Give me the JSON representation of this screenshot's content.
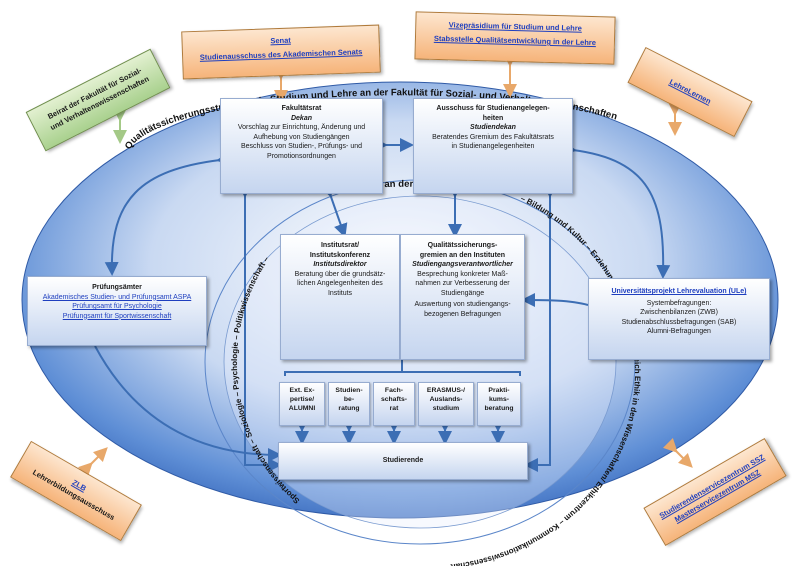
{
  "senat": {
    "line1": "Senat",
    "line2": "Studienausschuss des Akademischen Senats"
  },
  "vize": {
    "line1": "Vizepräsidium für Studium und Lehre",
    "line2": "Stabsstelle Qualitätsentwicklung in der Lehre"
  },
  "beirat": {
    "line1": "Beirat der Fakultät für Sozial-",
    "line2": "und Verhaltenswissenschaften"
  },
  "lehrelernen": {
    "label": "LehreLernen"
  },
  "zlb": {
    "link": "ZLB",
    "text": "Lehrerbildungsausschuss"
  },
  "ssz": {
    "line1": "Studierendenservicezentrum SSZ",
    "line2": "Masterservicezentrum MSZ"
  },
  "outer_ring_label": "Qualitätssicherungsstrukturen in Studium und Lehre an der Fakultät für Sozial- und Verhaltenswissenschaften",
  "inner_ring": {
    "title": "Institute an der FSV",
    "right": "– Bildung und Kultur – Erziehungswissenschaft – Bereich Ethik in den Wissenschaften/ Ethikzentrum – Kommunikationswissenschaft",
    "left": "Sportwissenschaft – Soziologie – Psychologie – Politikwissenschaft –"
  },
  "fakultaetsrat": {
    "title": "Fakultätsrat",
    "role": "Dekan",
    "text1": "Vorschlag zur Einrichtung, Änderung und",
    "text2": "Aufhebung von Studiengängen",
    "text3": "Beschluss von Studien-, Prüfungs- und",
    "text4": "Promotionsordnungen"
  },
  "ausschuss": {
    "title1": "Ausschuss für Studienangelegen-",
    "title2": "heiten",
    "role": "Studiendekan",
    "text1": "Beratendes Gremium des Fakultätsrats",
    "text2": "in Studienangelegenheiten"
  },
  "pruefungsaemter": {
    "title": "Prüfungsämter",
    "links": [
      "Akademisches Studien- und Prüfungsamt ASPA",
      "Prüfungsamt für Psychologie",
      "Prüfungsamt für Sportwissenschaft"
    ]
  },
  "ule": {
    "title": "Universitätsprojekt Lehrevaluation (ULe)",
    "text1": "Systembefragungen:",
    "text2": "Zwischenbilanzen (ZWB)",
    "text3": "Studienabschlussbefragungen (SAB)",
    "text4": "Alumni-Befragungen"
  },
  "institutsrat": {
    "title1": "Institutsrat/",
    "title2": "Institutskonferenz",
    "role": "Institutsdirektor",
    "text1": "Beratung über die grundsätz-",
    "text2": "lichen Angelegenheiten des",
    "text3": "Instituts"
  },
  "qsgremien": {
    "title1": "Qualitätssicherungs-",
    "title2": "gremien an den Instituten",
    "role": "Studiengangsverantwortlicher",
    "text1": "Besprechung konkreter Maß-",
    "text2": "nahmen zur Verbesserung der",
    "text3": "Studiengänge",
    "text4": "Auswertung von studiengangs-",
    "text5": "bezogenen Befragungen"
  },
  "small_boxes": [
    {
      "l1": "Ext. Ex-",
      "l2": "pertise/",
      "l3": "ALUMNI"
    },
    {
      "l1": "Studien-",
      "l2": "be-",
      "l3": "ratung"
    },
    {
      "l1": "Fach-",
      "l2": "schafts-",
      "l3": "rat"
    },
    {
      "l1": "ERASMUS-/",
      "l2": "Auslands-",
      "l3": "studium"
    },
    {
      "l1": "Prakti-",
      "l2": "kums-",
      "l3": "beratung"
    }
  ],
  "studierende": "Studierende",
  "colors": {
    "ellipse_fill": "#3f6fc0",
    "box_fill": "#c5d5ef",
    "orange_note": "#f6b47a",
    "green_note": "#a9d18e",
    "arrow": "#3c6eb4"
  }
}
